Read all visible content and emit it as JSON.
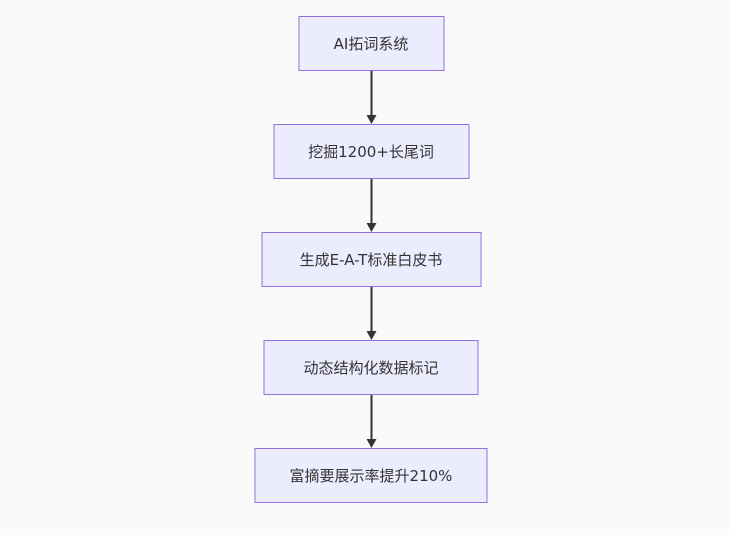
{
  "diagram": {
    "type": "flowchart",
    "direction": "top-down",
    "nodes": [
      {
        "id": "node-1",
        "label": "AI拓词系统"
      },
      {
        "id": "node-2",
        "label": "挖掘1200+长尾词"
      },
      {
        "id": "node-3",
        "label": "生成E-A-T标准白皮书"
      },
      {
        "id": "node-4",
        "label": "动态结构化数据标记"
      },
      {
        "id": "node-5",
        "label": "富摘要展示率提升210%"
      }
    ],
    "edges": [
      {
        "from": "node-1",
        "to": "node-2"
      },
      {
        "from": "node-2",
        "to": "node-3"
      },
      {
        "from": "node-3",
        "to": "node-4"
      },
      {
        "from": "node-4",
        "to": "node-5"
      }
    ],
    "colors": {
      "node_fill": "#ECECFF",
      "node_border": "#9370DB",
      "arrow": "#333333",
      "text": "#333333",
      "background": "#fafafa"
    }
  }
}
